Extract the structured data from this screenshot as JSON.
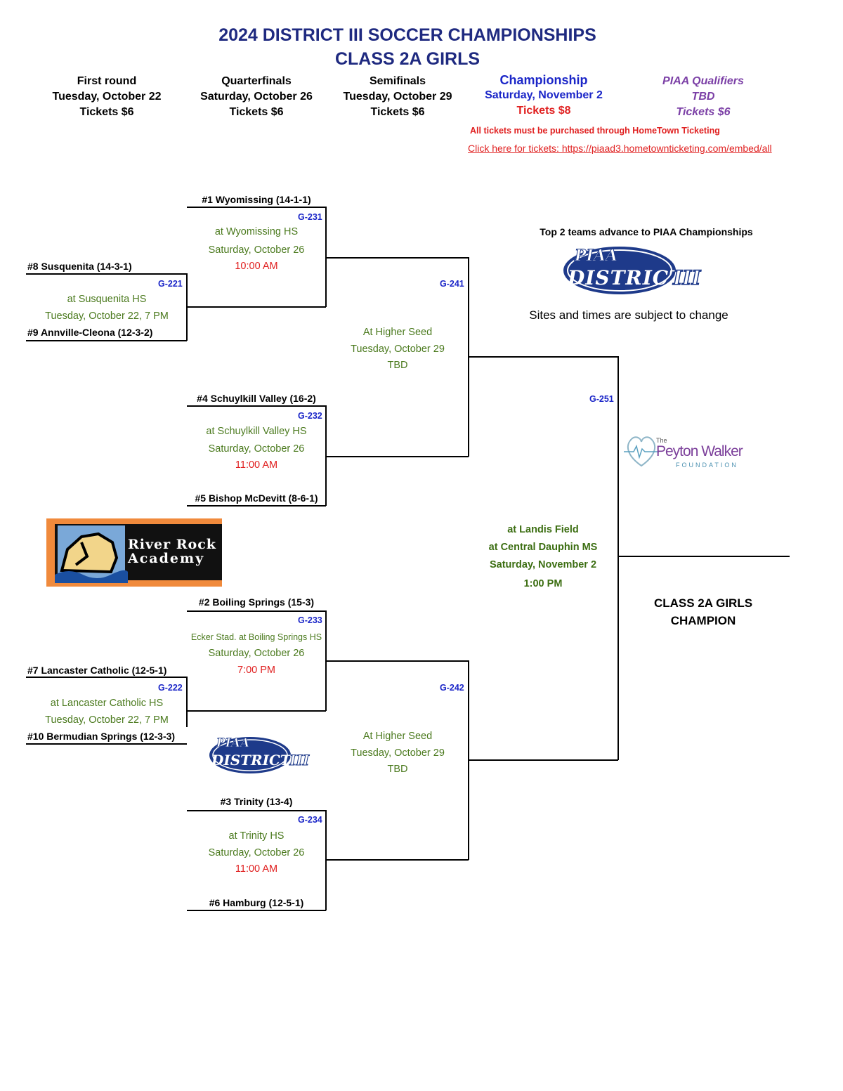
{
  "title": {
    "line1": "2024 DISTRICT III SOCCER CHAMPIONSHIPS",
    "line2": "CLASS 2A GIRLS"
  },
  "rounds": [
    {
      "name": "First round",
      "date": "Tuesday, October 22",
      "tickets": "Tickets $6"
    },
    {
      "name": "Quarterfinals",
      "date": "Saturday, October 26",
      "tickets": "Tickets $6"
    },
    {
      "name": "Semifinals",
      "date": "Tuesday, October 29",
      "tickets": "Tickets $6"
    },
    {
      "name": "Championship",
      "date": "Saturday, November 2",
      "tickets": "Tickets $8"
    },
    {
      "name": "PIAA Qualifiers",
      "date": "TBD",
      "tickets": "Tickets $6"
    }
  ],
  "ticket_notice": "All tickets must be purchased through HomeTown Ticketing",
  "ticket_link": "Click here for tickets: https://piaad3.hometownticketing.com/embed/all",
  "top2_note": "Top 2 teams advance to PIAA Championships",
  "sites_note": "Sites and times are subject to change",
  "logos": {
    "piaa_top": {
      "line1": "PIAA",
      "line2": "DISTRICT",
      "line3": "III"
    },
    "piaa_bottom": {
      "line1": "PIAA",
      "line2": "DISTRICT",
      "line3": "III"
    },
    "peyton": {
      "the": "The",
      "name": "Peyton Walker",
      "foundation": "FOUNDATION"
    },
    "river_rock": {
      "line1": "River Rock",
      "line2": "Academy"
    }
  },
  "first_round": [
    {
      "top_team": "#8 Susquenita (14-3-1)",
      "game": "G-221",
      "site": "at Susquenita HS",
      "when": "Tuesday, October 22, 7 PM",
      "bottom_team": "#9 Annville-Cleona (12-3-2)"
    },
    {
      "top_team": "#7 Lancaster Catholic (12-5-1)",
      "game": "G-222",
      "site": "at Lancaster Catholic HS",
      "when": "Tuesday, October 22, 7 PM",
      "bottom_team": "#10 Bermudian Springs (12-3-3)"
    }
  ],
  "quarterfinals": [
    {
      "top_team": "#1 Wyomissing (14-1-1)",
      "game": "G-231",
      "site": "at Wyomissing HS",
      "date": "Saturday, October 26",
      "time": "10:00 AM"
    },
    {
      "top_team": "#4 Schuylkill Valley (16-2)",
      "game": "G-232",
      "site": "at Schuylkill Valley HS",
      "date": "Saturday, October 26",
      "time": "11:00 AM",
      "bottom_team": "#5 Bishop McDevitt (8-6-1)"
    },
    {
      "top_team": "#2 Boiling Springs (15-3)",
      "game": "G-233",
      "site": "Ecker Stad. at Boiling Springs HS",
      "date": "Saturday, October 26",
      "time": "7:00 PM"
    },
    {
      "top_team": "#3 Trinity (13-4)",
      "game": "G-234",
      "site": "at Trinity HS",
      "date": "Saturday, October 26",
      "time": "11:00 AM",
      "bottom_team": "#6 Hamburg (12-5-1)"
    }
  ],
  "semifinals": [
    {
      "game": "G-241",
      "site": "At Higher Seed",
      "date": "Tuesday, October 29",
      "time": "TBD"
    },
    {
      "game": "G-242",
      "site": "At Higher Seed",
      "date": "Tuesday, October 29",
      "time": "TBD"
    }
  ],
  "championship": {
    "game": "G-251",
    "site1": "at Landis Field",
    "site2": "at Central Dauphin MS",
    "date": "Saturday, November 2",
    "time": "1:00 PM",
    "champion_line1": "CLASS 2A GIRLS",
    "champion_line2": "CHAMPION"
  },
  "colors": {
    "title_blue": "#1f2a80",
    "game_blue": "#1b26c8",
    "site_green": "#4b7a1e",
    "time_red": "#e02020",
    "piaa_purple": "#7b3fa6",
    "river_orange": "#f08a3c"
  }
}
